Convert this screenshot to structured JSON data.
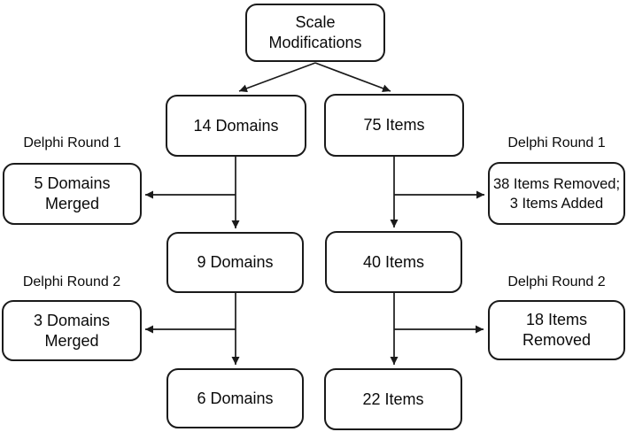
{
  "figure": {
    "background": "#ffffff",
    "line_color": "#1a1a1a",
    "text_color": "#0a0a0a",
    "labels": {
      "round1_left": "Delphi Round 1",
      "round1_right": "Delphi Round 1",
      "round2_left": "Delphi Round 2",
      "round2_right": "Delphi Round 2"
    },
    "nodes": {
      "root": {
        "text": "Scale Modifications",
        "lines": [
          "Scale",
          "Modifications"
        ]
      },
      "domains_start": {
        "text": "14 Domains",
        "lines": [
          "14 Domains"
        ]
      },
      "items_start": {
        "text": "75 Items",
        "lines": [
          "75 Items"
        ]
      },
      "domains_round1_change": {
        "text": "5 Domains Merged",
        "lines": [
          "5 Domains",
          "Merged"
        ]
      },
      "items_round1_change": {
        "text": "38 Items Removed; 3 Items Added",
        "lines": [
          "38 Items Removed;",
          "3 Items Added"
        ]
      },
      "domains_after_round1": {
        "text": "9 Domains",
        "lines": [
          "9 Domains"
        ]
      },
      "items_after_round1": {
        "text": "40 Items",
        "lines": [
          "40 Items"
        ]
      },
      "domains_round2_change": {
        "text": "3 Domains Merged",
        "lines": [
          "3 Domains",
          "Merged"
        ]
      },
      "items_round2_change": {
        "text": "18 Items Removed",
        "lines": [
          "18 Items",
          "Removed"
        ]
      },
      "domains_after_round2": {
        "text": "6 Domains",
        "lines": [
          "6 Domains"
        ]
      },
      "items_after_round2": {
        "text": "22 Items",
        "lines": [
          "22 Items"
        ]
      }
    }
  }
}
